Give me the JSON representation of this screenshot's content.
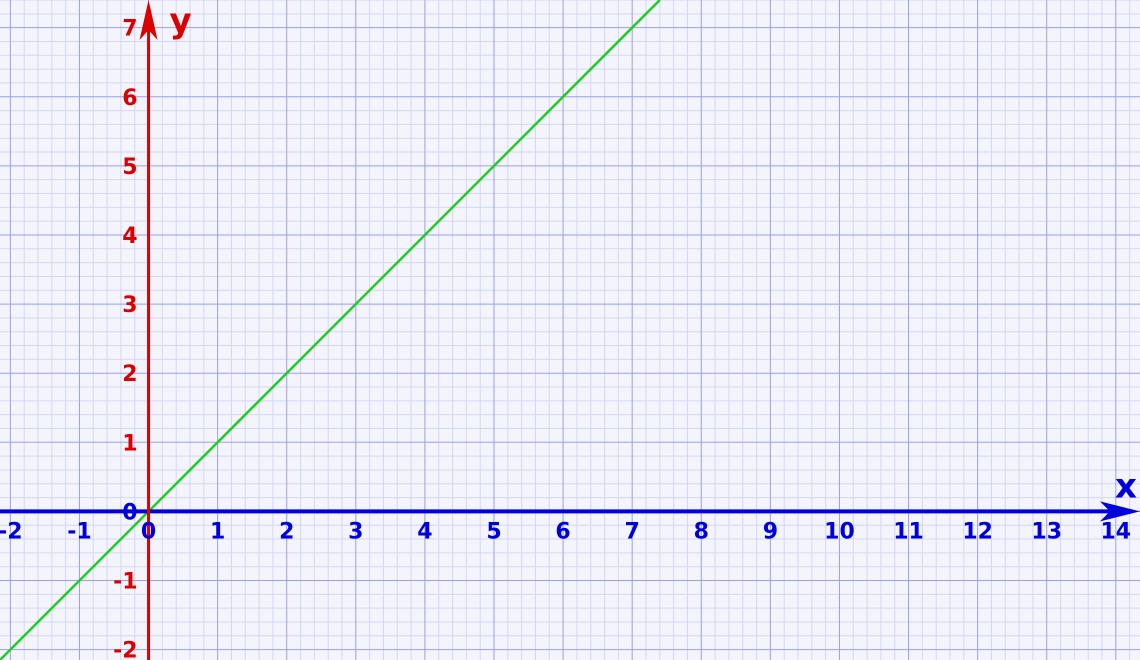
{
  "chart_data": {
    "type": "line",
    "title": "",
    "xlabel": "x",
    "ylabel": "y",
    "xlim": [
      -2.15,
      14.35
    ],
    "ylim": [
      -2.15,
      7.4
    ],
    "grid": true,
    "minor_grid_divisions": 5,
    "x_ticks": [
      -2,
      -1,
      0,
      1,
      2,
      3,
      4,
      5,
      6,
      7,
      8,
      9,
      10,
      11,
      12,
      13,
      14
    ],
    "x_tick_labels": [
      "-2",
      "-1",
      "0",
      "1",
      "2",
      "3",
      "4",
      "5",
      "6",
      "7",
      "8",
      "9",
      "10",
      "11",
      "12",
      "13",
      "14"
    ],
    "y_ticks": [
      -2,
      -1,
      0,
      1,
      2,
      3,
      4,
      5,
      6,
      7
    ],
    "y_tick_labels": [
      "-2",
      "-1",
      "0",
      "1",
      "2",
      "3",
      "4",
      "5",
      "6",
      "7"
    ],
    "series": [
      {
        "x": [
          -2.15,
          7.4
        ],
        "y": [
          -2.15,
          7.4
        ]
      }
    ],
    "colors": {
      "background": "#f4f4fc",
      "major_grid": "#9aa0ea",
      "minor_grid": "#d4d6f6",
      "x_axis": "#0000dd",
      "y_axis": "#dd0000",
      "line": "#22cc22"
    }
  }
}
